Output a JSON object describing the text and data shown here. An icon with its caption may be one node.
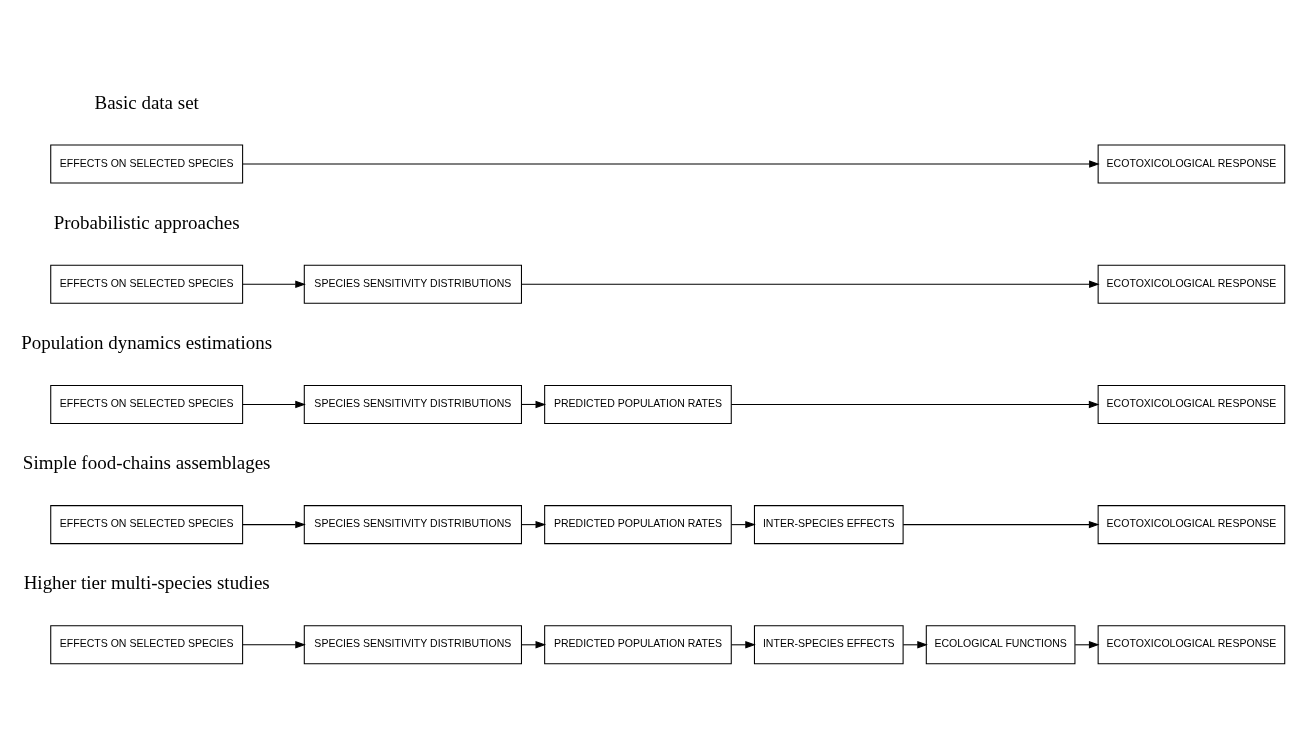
{
  "diagram": {
    "nodes": [
      {
        "text": [
          "EFFECTS ON SELECTED SPECIES"
        ]
      },
      {
        "text": [
          "ECOTOXICOLOGICAL RESPONSE"
        ]
      },
      {
        "text": [
          "EFFECTS ON SELECTED SPECIES"
        ]
      },
      {
        "text": [
          "SPECIES SENSITIVITY DISTRIBUTIONS"
        ]
      },
      {
        "text": [
          "ECOTOXICOLOGICAL RESPONSE"
        ]
      },
      {
        "text": [
          "EFFECTS ON SELECTED SPECIES"
        ]
      },
      {
        "text": [
          "SPECIES SENSITIVITY DISTRIBUTIONS"
        ]
      },
      {
        "text": [
          "PREDICTED POPULATION RATES"
        ]
      },
      {
        "text": [
          "ECOTOXICOLOGICAL RESPONSE"
        ]
      },
      {
        "text": [
          "EFFECTS ON SELECTED SPECIES"
        ]
      },
      {
        "text": [
          "SPECIES SENSITIVITY DISTRIBUTIONS"
        ]
      },
      {
        "text": [
          "PREDICTED POPULATION RATES"
        ]
      },
      {
        "text": [
          "INTER-SPECIES EFFECTS"
        ]
      },
      {
        "text": [
          "ECOTOXICOLOGICAL RESPONSE"
        ]
      },
      {
        "text": [
          "EFFECTS ON SELECTED SPECIES"
        ]
      },
      {
        "text": [
          "SPECIES SENSITIVITY DISTRIBUTIONS"
        ]
      },
      {
        "text": [
          "PREDICTED POPULATION RATES"
        ]
      },
      {
        "text": [
          "INTER-SPECIES EFFECTS"
        ]
      },
      {
        "text": [
          "ECOLOGICAL FUNCTIONS"
        ]
      },
      {
        "text": [
          "ECOTOXICOLOGICAL RESPONSE"
        ]
      }
    ],
    "edges": [
      {
        "from": 0,
        "to": 1,
        "arrow": "to"
      },
      {
        "from": 2,
        "to": 3,
        "arrow": "to"
      },
      {
        "from": 3,
        "to": 4,
        "arrow": "to"
      },
      {
        "from": 5,
        "to": 6,
        "arrow": "to"
      },
      {
        "from": 6,
        "to": 7,
        "arrow": "to"
      },
      {
        "from": 7,
        "to": 8,
        "arrow": "to"
      },
      {
        "from": 9,
        "to": 10,
        "arrow": "to"
      },
      {
        "from": 10,
        "to": 11,
        "arrow": "to"
      },
      {
        "from": 11,
        "to": 12,
        "arrow": "to"
      },
      {
        "from": 12,
        "to": 13,
        "arrow": "to"
      },
      {
        "from": 14,
        "to": 15,
        "arrow": "to"
      },
      {
        "from": 15,
        "to": 16,
        "arrow": "to"
      },
      {
        "from": 16,
        "to": 17,
        "arrow": "to"
      },
      {
        "from": 17,
        "to": 18,
        "arrow": "to"
      },
      {
        "from": 18,
        "to": 19,
        "arrow": "to"
      }
    ],
    "labels": [
      "Basic data set",
      "Probabilistic approaches",
      "Population dynamics estimations",
      "Simple food-chains assemblages",
      "Higher tier multi-species studies"
    ]
  }
}
